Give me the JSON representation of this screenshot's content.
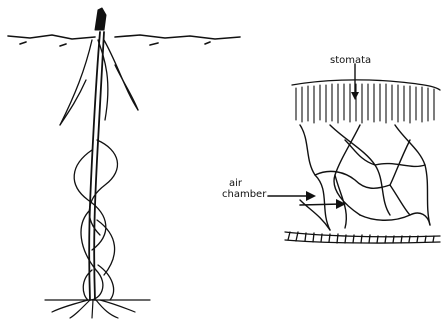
{
  "labels": {
    "stomata": "stomata",
    "air_chamber_line1": "air",
    "air_chamber_line2": "chamber"
  }
}
